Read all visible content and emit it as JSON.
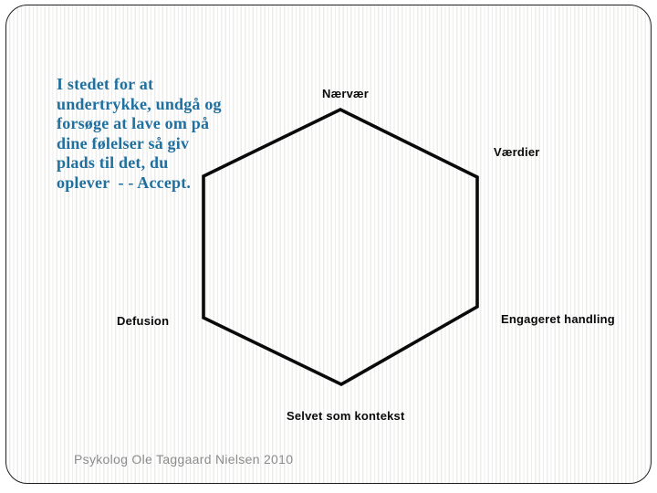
{
  "slide": {
    "accept_text": {
      "lines": [
        "I stedet for at",
        "undertrykke, undgå og",
        "forsøge at lave om på",
        "dine følelser så giv",
        "plads til det, du",
        "oplever  - - Accept."
      ]
    },
    "hexagon_labels": {
      "top": "Nærvær",
      "top_right": "Værdier",
      "bottom_right": "Engageret handling",
      "bottom": "Selvet som kontekst",
      "left": "Defusion"
    },
    "footer": "Psykolog Ole Taggaard Nielsen 2010",
    "colors": {
      "accept_text": "#1f6f9f",
      "label_text": "#0a0a0a",
      "footer_text": "#8c8c8c",
      "hexagon_stroke": "#0a0a0a",
      "slide_border": "#1f1f1f",
      "pinstripe": "#ededeb"
    }
  }
}
